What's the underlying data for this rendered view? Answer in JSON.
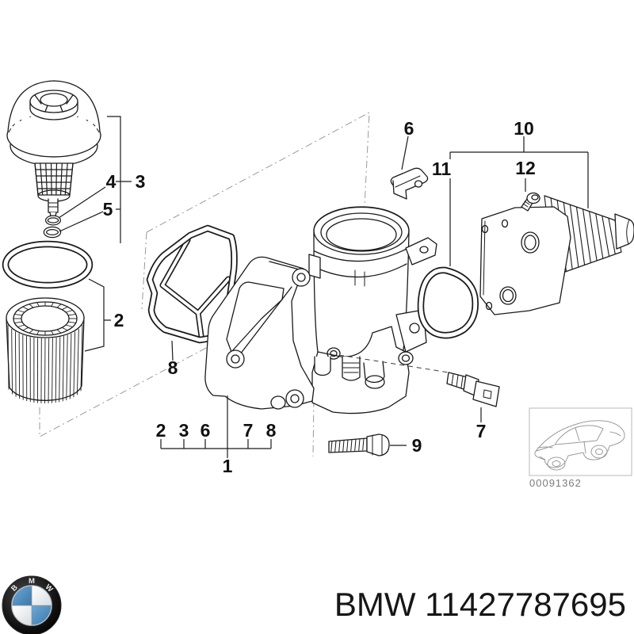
{
  "diagram": {
    "callouts": {
      "1": "1",
      "2": "2",
      "3": "3",
      "4": "4",
      "5": "5",
      "6": "6",
      "7": "7",
      "8": "8",
      "9": "9",
      "10": "10",
      "11": "11",
      "12": "12"
    },
    "legend": {
      "items": [
        "2",
        "3",
        "6",
        "7",
        "8"
      ],
      "target": "1"
    }
  },
  "car_box": {
    "code": "00091362"
  },
  "footer": {
    "logo_letters": [
      "B",
      "M",
      "W"
    ],
    "text": "BMW 11427787695"
  },
  "colors": {
    "line": "#1a1a1a",
    "construction": "#9a9a9a",
    "logo_blue": "#4684b4",
    "logo_white": "#f2f2f2",
    "muted": "#7c7c7c"
  }
}
